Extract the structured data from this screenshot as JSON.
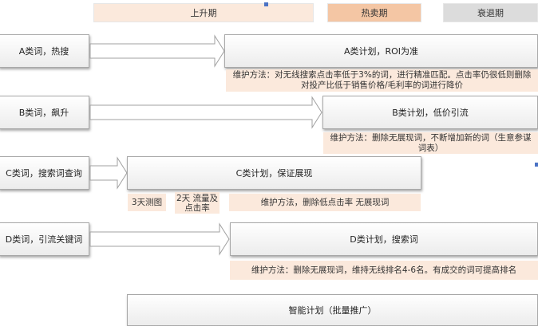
{
  "phases": [
    {
      "label": "上升期",
      "color": "#fbe9dc"
    },
    {
      "label": "热卖期",
      "color": "#f4c6a4"
    },
    {
      "label": "衰退期",
      "color": "#dcdcdc"
    }
  ],
  "rows": {
    "a": {
      "source": "A类词，热搜",
      "plan": "A类计划，ROI为准",
      "method": "维护方法：对无线搜索点击率低于3%的词，进行精准匹配。点击率仍很低则删除对投产比低于销售价格/毛利率的词进行降价"
    },
    "b": {
      "source": "B类词，飙升",
      "plan": "B类计划，低价引流",
      "method": "维护方法：删除无展现词，不断增加新的词（生意参谋词表）"
    },
    "c": {
      "source": "C类词，搜索词查询",
      "plan": "C类计划，保证展现",
      "tag1": "3天测图",
      "tag2": "2天 流量及点击率",
      "method": "维护方法，删除低点击率 无展现词"
    },
    "d": {
      "source": "D类词，引流关键词",
      "plan": "D类计划，搜索词",
      "method": "维护方法：删除无展现词，维持无线排名4-6名。有成交的词可提高排名"
    }
  },
  "smart_plan": "智能计划（批量推广）",
  "colors": {
    "note_bg": "#fbe9dc",
    "hot_bg": "#f4c6a4",
    "decline_bg": "#dcdcdc",
    "handle": "#4a72c4"
  }
}
